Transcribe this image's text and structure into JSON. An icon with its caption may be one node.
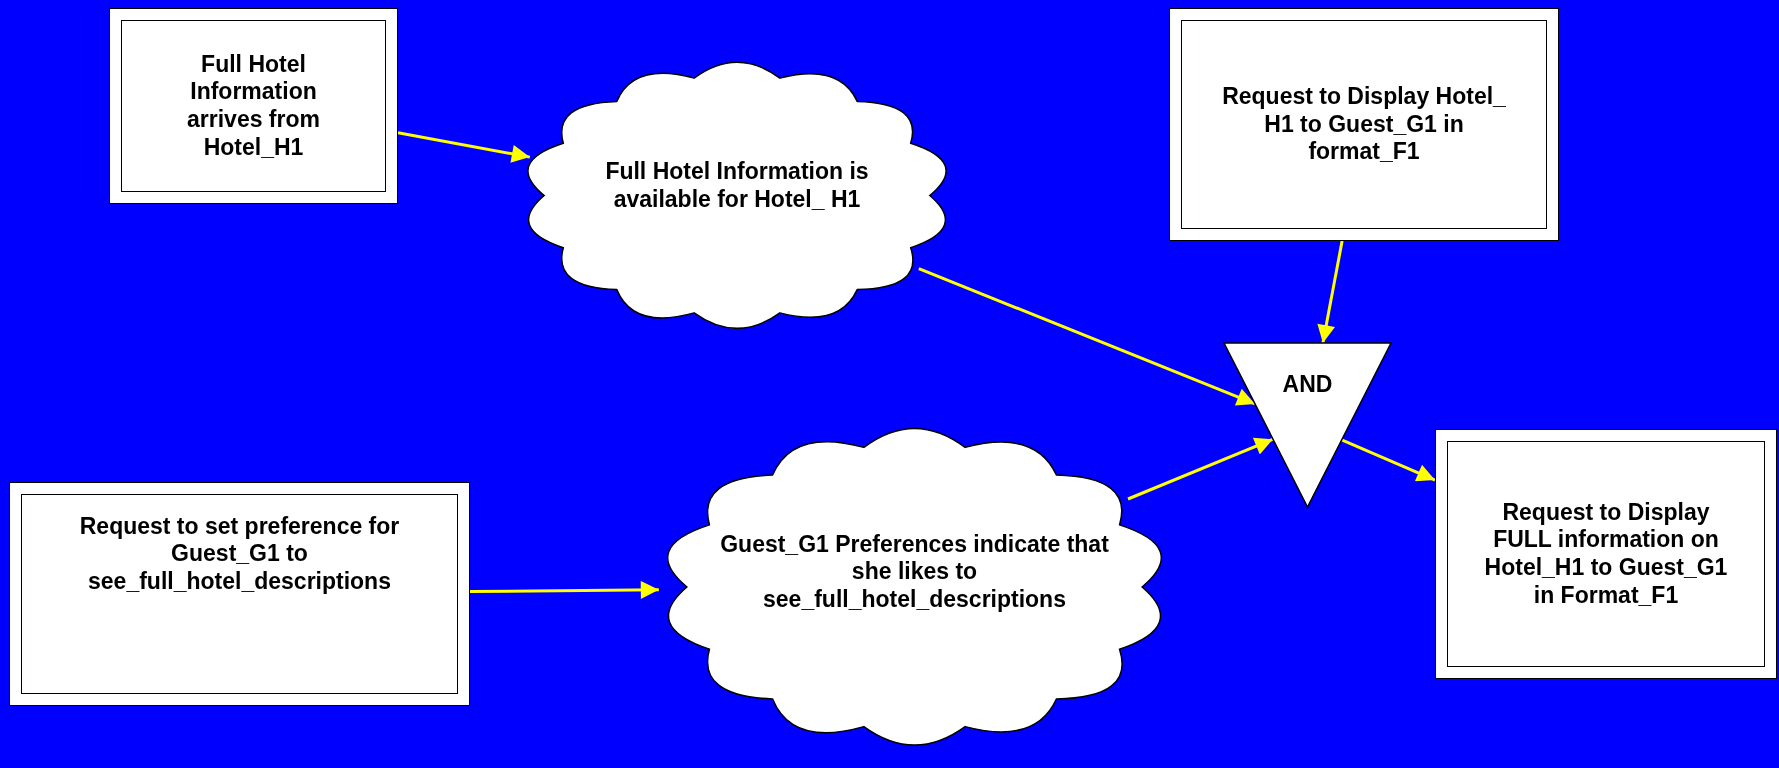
{
  "diagram": {
    "nodes": [
      {
        "text": [
          "Full Hotel Information arrives from Hotel_H1"
        ]
      },
      {
        "text": [
          "Full Hotel Information is available for Hotel_ H1"
        ]
      },
      {
        "text": [
          "Request to Display Hotel_ H1 to Guest_G1 in format_F1"
        ]
      },
      {
        "text": [
          "AND"
        ]
      },
      {
        "text": [
          "Request to set preference for Guest_G1 to see_full_hotel_descriptions"
        ]
      },
      {
        "text": [
          "Guest_G1 Preferences indicate that she likes to see_full_hotel_descriptions"
        ]
      },
      {
        "text": [
          "Request to Display FULL information on Hotel_H1 to Guest_G1 in Format_F1"
        ]
      }
    ],
    "edges": [
      {
        "from": 0,
        "to": 1,
        "arrow": "to"
      },
      {
        "from": 1,
        "to": 3,
        "arrow": "to"
      },
      {
        "from": 2,
        "to": 3,
        "arrow": "to"
      },
      {
        "from": 5,
        "to": 3,
        "arrow": "to"
      },
      {
        "from": 4,
        "to": 5,
        "arrow": "to"
      },
      {
        "from": 3,
        "to": 6,
        "arrow": "to"
      }
    ]
  }
}
